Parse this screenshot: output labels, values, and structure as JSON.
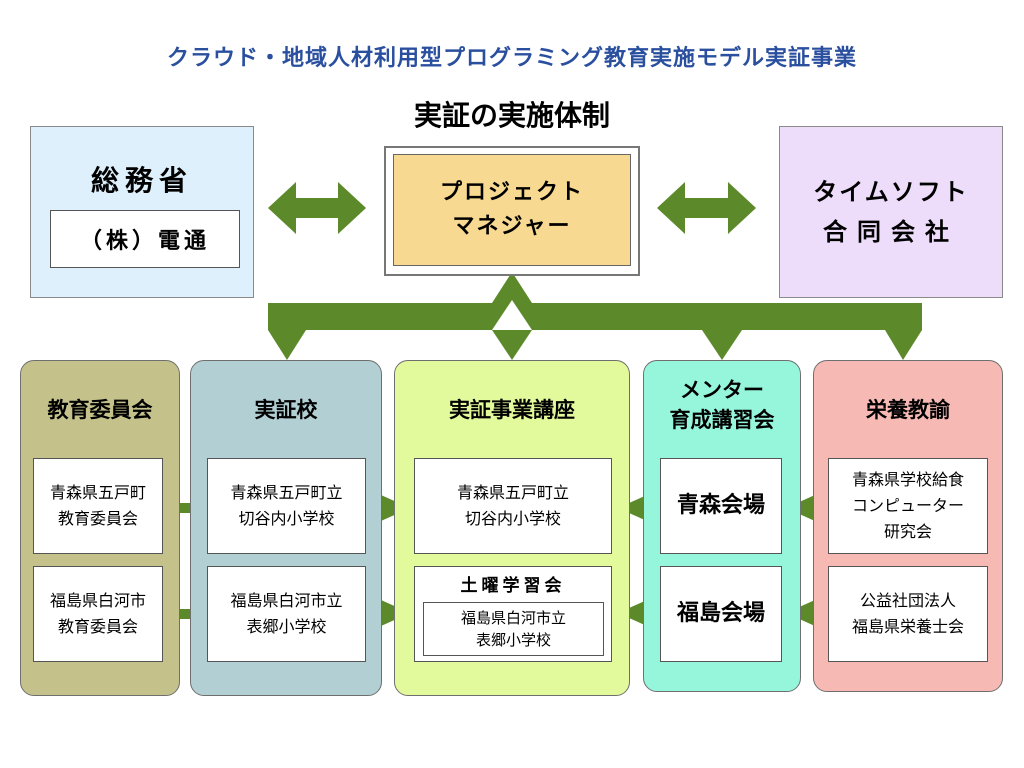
{
  "subtitle": "クラウド・地域人材利用型プログラミング教育実施モデル実証事業",
  "title": "実証の実施体制",
  "top": {
    "soumu": {
      "title": "総務省",
      "sub": "（株）電通"
    },
    "pm": {
      "line1": "プロジェクト",
      "line2": "マネジャー"
    },
    "timesoft": {
      "line1": "タイムソフト",
      "line2": "合同会社"
    }
  },
  "columns": {
    "kyoiku": {
      "title": "教育委員会",
      "items": [
        {
          "line1": "青森県五戸町",
          "line2": "教育委員会"
        },
        {
          "line1": "福島県白河市",
          "line2": "教育委員会"
        }
      ]
    },
    "jisshoko": {
      "title": "実証校",
      "items": [
        {
          "line1": "青森県五戸町立",
          "line2": "切谷内小学校"
        },
        {
          "line1": "福島県白河市立",
          "line2": "表郷小学校"
        }
      ]
    },
    "koza": {
      "title": "実証事業講座",
      "item1": {
        "line1": "青森県五戸町立",
        "line2": "切谷内小学校"
      },
      "item2": {
        "label": "土曜学習会",
        "line1": "福島県白河市立",
        "line2": "表郷小学校"
      }
    },
    "mentor": {
      "title_line1": "メンター",
      "title_line2": "育成講習会",
      "items": [
        "青森会場",
        "福島会場"
      ]
    },
    "eiyo": {
      "title": "栄養教諭",
      "items": [
        {
          "line1": "青森県学校給食",
          "line2": "コンピューター",
          "line3": "研究会"
        },
        {
          "line1": "公益社団法人",
          "line2": "福島県栄養士会"
        }
      ]
    }
  },
  "colors": {
    "arrow": "#5c8a2a",
    "subtitle": "#2a4f9e"
  }
}
